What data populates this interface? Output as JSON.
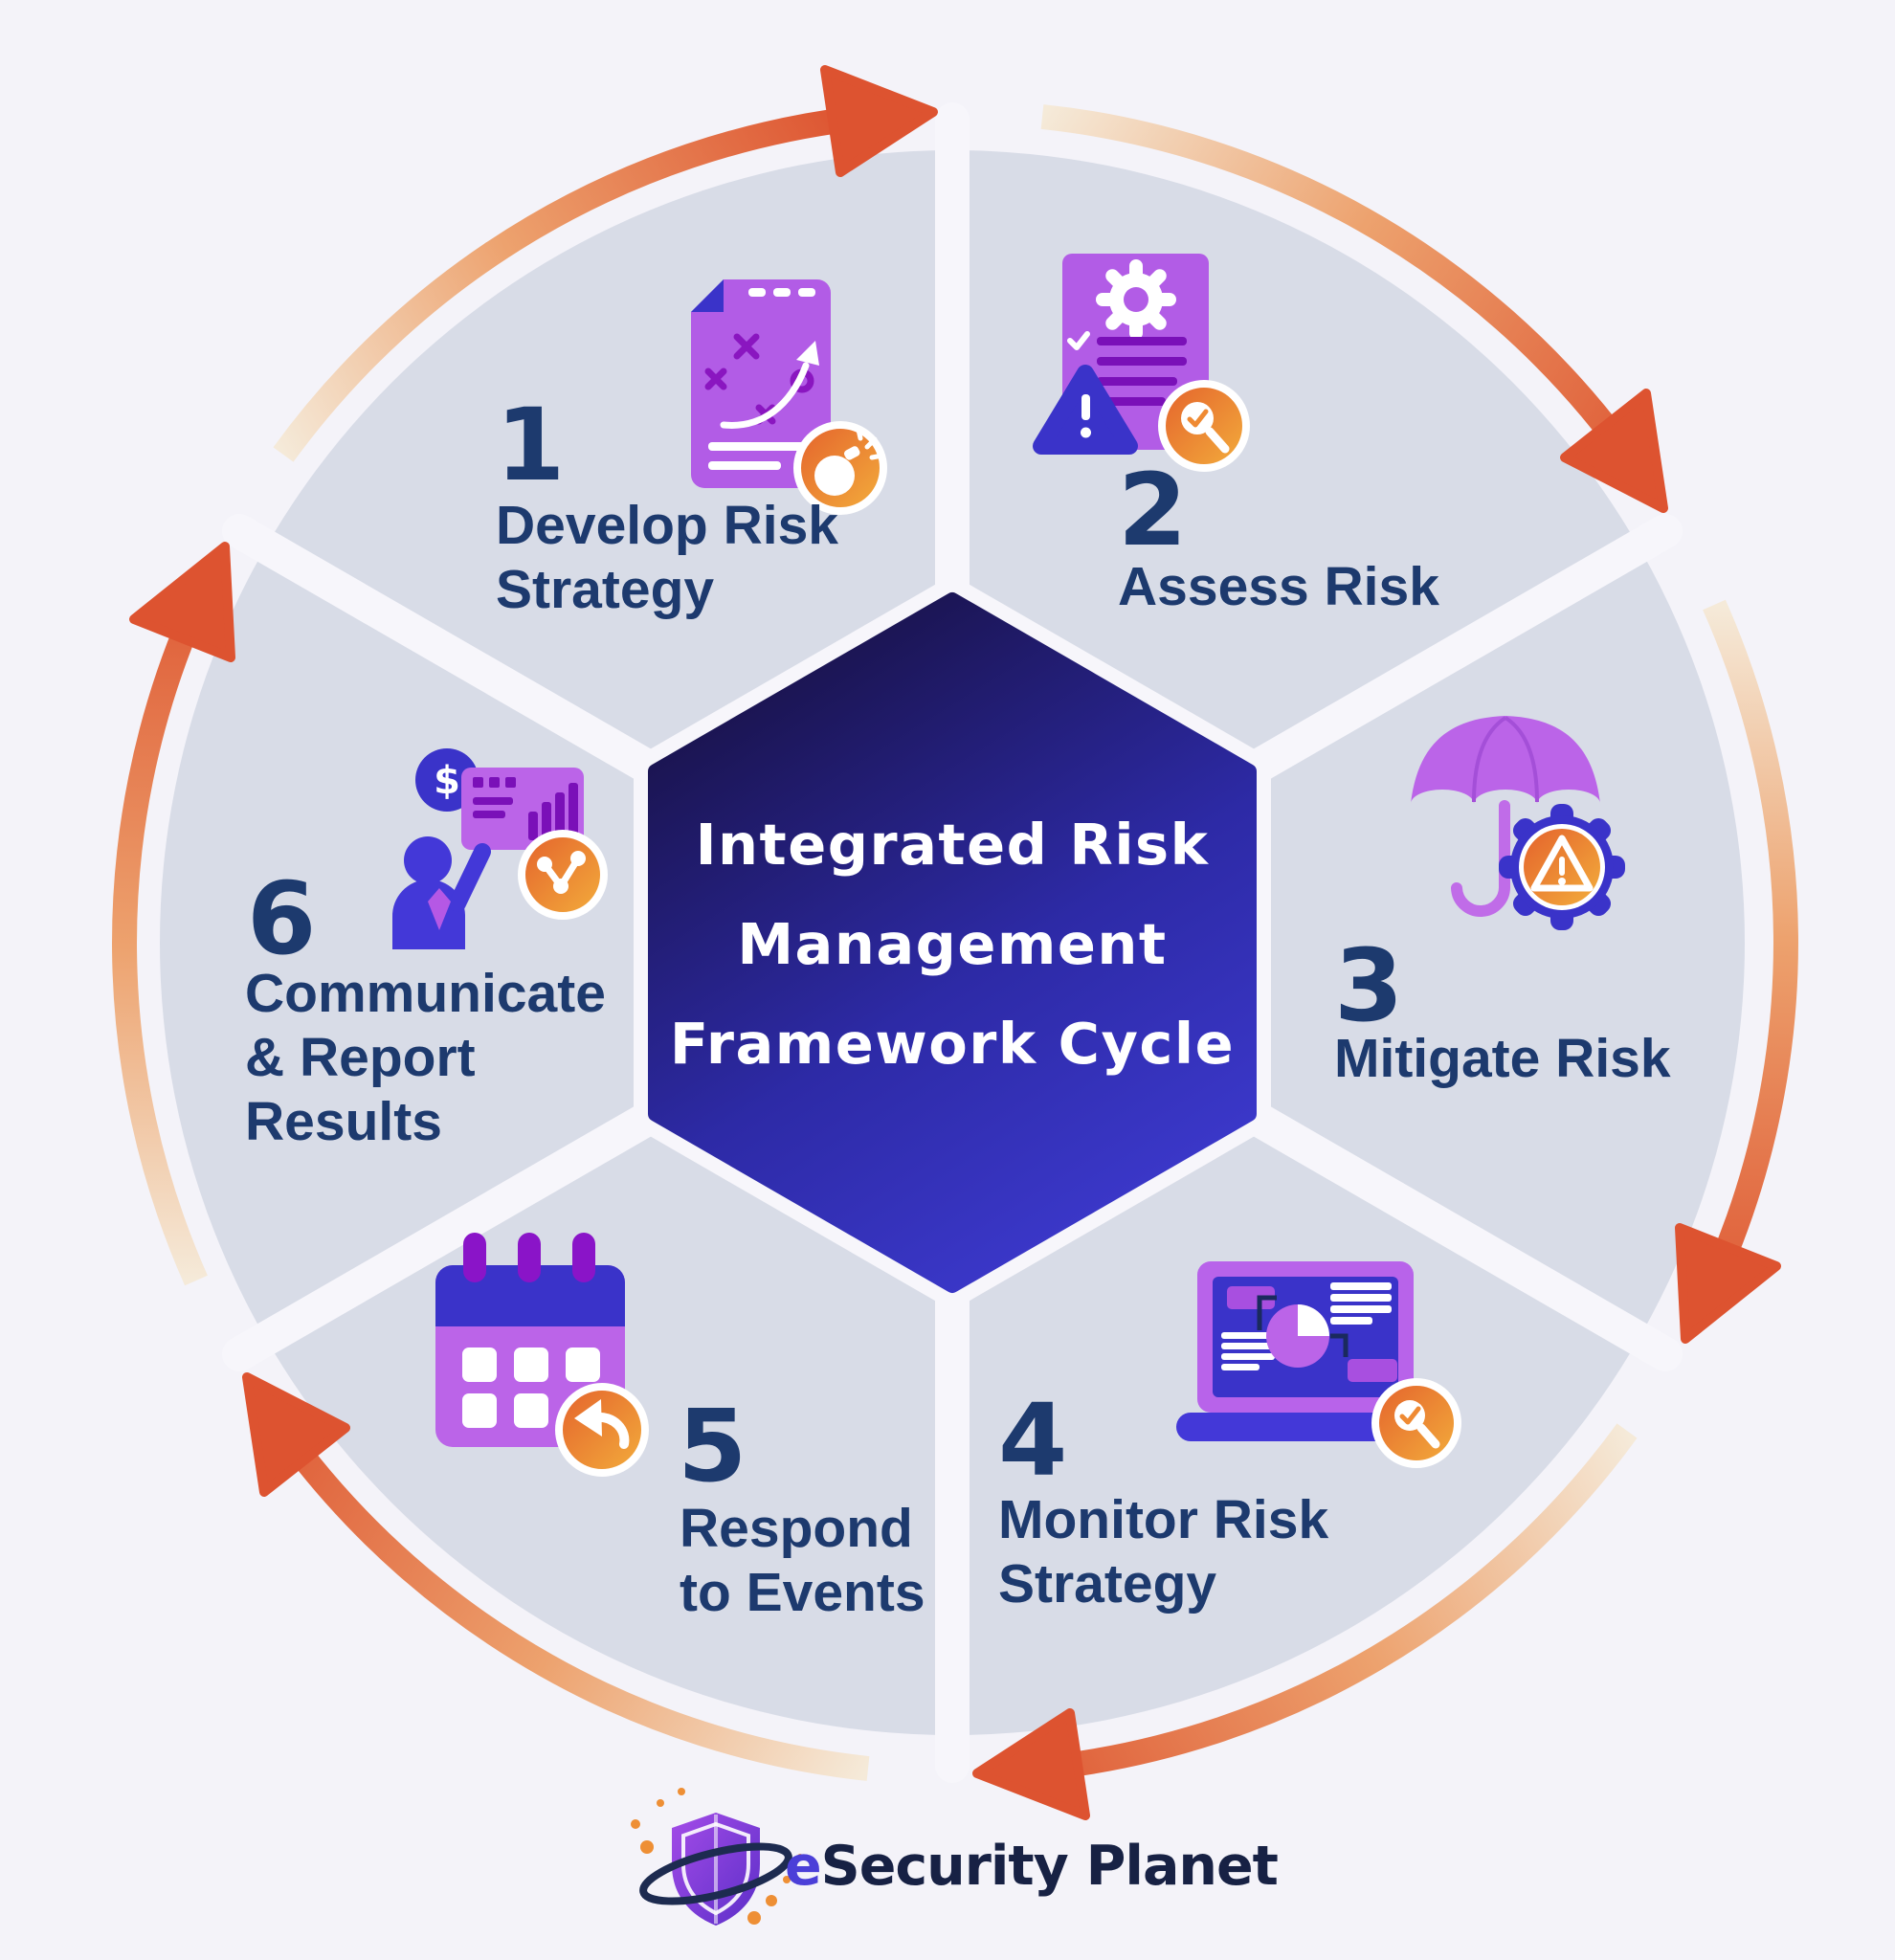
{
  "title": {
    "line1": "Integrated Risk",
    "line2": "Management",
    "line3": "Framework Cycle"
  },
  "steps": [
    {
      "number": "1",
      "label_line1": "Develop Risk",
      "label_line2": "Strategy",
      "icon": "strategy-document-icon",
      "badge_icon": "bomb-badge-icon"
    },
    {
      "number": "2",
      "label_line1": "Assess Risk",
      "icon": "assess-document-icon",
      "badge_icon": "magnifier-check-badge-icon"
    },
    {
      "number": "3",
      "label_line1": "Mitigate Risk",
      "icon": "umbrella-gear-icon",
      "badge_icon": "warning-badge-icon"
    },
    {
      "number": "4",
      "label_line1": "Monitor Risk",
      "label_line2": "Strategy",
      "icon": "monitor-laptop-icon",
      "badge_icon": "magnifier-check-badge-icon"
    },
    {
      "number": "5",
      "label_line1": "Respond",
      "label_line2": "to Events",
      "icon": "calendar-icon",
      "badge_icon": "reply-arrow-badge-icon"
    },
    {
      "number": "6",
      "label_line1": "Communicate",
      "label_line2": "& Report",
      "label_line3": "Results",
      "icon": "presenter-report-icon",
      "badge_icon": "share-badge-icon"
    }
  ],
  "logo": {
    "brand_first": "e",
    "brand_rest": "Security Planet",
    "icon": "shield-orbit-icon"
  },
  "colors": {
    "background": "#f4f3f9",
    "segment_fill": "#d8dce7",
    "divider": "#f7f6fb",
    "hexagon_gradient_start": "#171040",
    "hexagon_gradient_end": "#3e3bd2",
    "arrow_head": "#dd5330",
    "arrow_tail": "#f5ead9",
    "step_text": "#1d3a6e",
    "icon_purple": "#b25ce6",
    "icon_indigo": "#3a33c9",
    "badge_orange_start": "#ea6a2e",
    "badge_orange_end": "#f3ae3c",
    "logo_navy": "#172144",
    "logo_accent": "#4b3fd8"
  }
}
